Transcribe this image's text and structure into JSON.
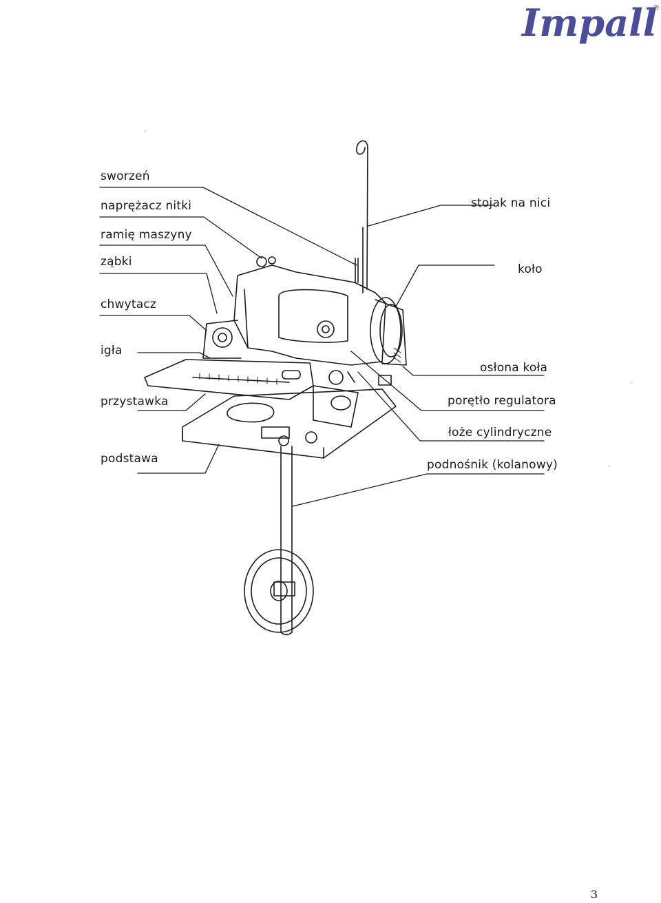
{
  "brand": {
    "logo_text": "Impall",
    "registered_mark": "®",
    "color": "#4a4d9a"
  },
  "labels": {
    "left": [
      "sworzeń",
      "naprężacz nitki",
      "ramię maszyny",
      "ząbki",
      "chwytacz",
      "igła",
      "przystawka",
      "podstawa"
    ],
    "right": [
      "stojak na nici",
      "koło",
      "osłona koła",
      "porętło regulatora",
      "łoże cylindryczne",
      "podnośnik (kolanowy)"
    ]
  },
  "page_number": "3",
  "colors": {
    "ink": "#1a1a1a",
    "logo": "#4a4d9a"
  }
}
